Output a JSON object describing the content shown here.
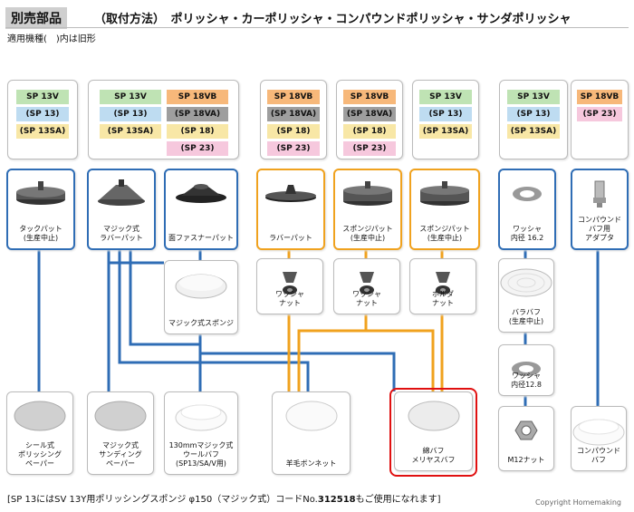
{
  "header": {
    "label": "別売部品",
    "title": "（取付方法）　ポリッシャ・カーポリッシャ・コンパウンドポリッシャ・サンダポリッシャ",
    "subtitle": "適用機種(　)内は旧形"
  },
  "tag_colors": {
    "green": "#bfe3b4",
    "blue": "#bedcf1",
    "yellow": "#f8e7a6",
    "gray": "#9e9e9e",
    "pink": "#f6c8dd",
    "orange": "#f7b87a"
  },
  "line_colors": {
    "blue": "#2f6db5",
    "orange": "#f0a21e"
  },
  "highlight_color": "#e01010",
  "model_boxes": [
    {
      "id": "m1",
      "tags": [
        {
          "text": "SP 13V",
          "color": "green"
        },
        {
          "text": "(SP 13)",
          "color": "blue"
        },
        {
          "text": "(SP 13SA)",
          "color": "yellow"
        }
      ]
    },
    {
      "id": "m2",
      "tags": [
        {
          "text": "SP 13V",
          "color": "green"
        },
        {
          "text": "SP 18VB",
          "color": "orange"
        },
        {
          "text": "(SP 13)",
          "color": "blue"
        },
        {
          "text": "(SP 18VA)",
          "color": "gray"
        },
        {
          "text": "(SP 13SA)",
          "color": "yellow"
        },
        {
          "text": "(SP 18)",
          "color": "yellow"
        },
        {
          "text": "(SP 23)",
          "color": "pink"
        }
      ]
    },
    {
      "id": "m3",
      "tags": [
        {
          "text": "SP 18VB",
          "color": "orange"
        },
        {
          "text": "(SP 18VA)",
          "color": "gray"
        },
        {
          "text": "(SP 18)",
          "color": "yellow"
        },
        {
          "text": "(SP 23)",
          "color": "pink"
        }
      ]
    },
    {
      "id": "m4",
      "tags": [
        {
          "text": "SP 18VB",
          "color": "orange"
        },
        {
          "text": "(SP 18VA)",
          "color": "gray"
        },
        {
          "text": "(SP 18)",
          "color": "yellow"
        },
        {
          "text": "(SP 23)",
          "color": "pink"
        }
      ]
    },
    {
      "id": "m5",
      "tags": [
        {
          "text": "SP 13V",
          "color": "green"
        },
        {
          "text": "(SP 13)",
          "color": "blue"
        },
        {
          "text": "(SP 13SA)",
          "color": "yellow"
        }
      ]
    },
    {
      "id": "m6",
      "tags": [
        {
          "text": "SP 13V",
          "color": "green"
        },
        {
          "text": "(SP 13)",
          "color": "blue"
        },
        {
          "text": "(SP 13SA)",
          "color": "yellow"
        }
      ]
    },
    {
      "id": "m7",
      "tags": [
        {
          "text": "SP 18VB",
          "color": "orange"
        },
        {
          "text": "(SP 23)",
          "color": "pink"
        }
      ]
    }
  ],
  "parts": [
    {
      "id": "tack-pad",
      "label": "タックパット\n(生産中止)",
      "icon": "pad-icon",
      "border": "blue"
    },
    {
      "id": "magic-rubber-pad",
      "label": "マジック式\nラバーパット",
      "icon": "cone-pad-icon",
      "border": "blue"
    },
    {
      "id": "fastener-pad",
      "label": "面ファスナーパット",
      "icon": "dark-pad-icon",
      "border": "blue"
    },
    {
      "id": "rubber-pad",
      "label": "ラバーパット",
      "icon": "thin-pad-icon",
      "border": "orange"
    },
    {
      "id": "sponge-pad-a",
      "label": "スポンジパット\n(生産中止)",
      "icon": "sponge-pad-icon",
      "border": "orange"
    },
    {
      "id": "sponge-pad-b",
      "label": "スポンジパット\n(生産中止)",
      "icon": "sponge-pad-icon",
      "border": "orange"
    },
    {
      "id": "washer-16",
      "label": "ワッシャ\n内径 16.2",
      "icon": "washer-icon",
      "border": "blue"
    },
    {
      "id": "compound-adapter",
      "label": "コンパウンド\nバフ用\nアダプタ",
      "icon": "adapter-icon",
      "border": "blue"
    },
    {
      "id": "magic-sponge",
      "label": "マジック式スポンジ",
      "icon": "sponge-icon",
      "border": "gray"
    },
    {
      "id": "washer-nut-a",
      "label": "ワッシャ\nナット",
      "icon": "washer-nut-icon",
      "border": "gray"
    },
    {
      "id": "washer-nut-b",
      "label": "ワッシャ\nナット",
      "icon": "washer-nut-icon",
      "border": "gray"
    },
    {
      "id": "holder-nut",
      "label": "ホルダ\nナット",
      "icon": "washer-nut-icon",
      "border": "gray"
    },
    {
      "id": "bara-buff",
      "label": "バラバフ\n(生産中止)",
      "icon": "bara-buff-icon",
      "border": "gray"
    },
    {
      "id": "washer-12",
      "label": "ワッシャ\n内径12.8",
      "icon": "washer-icon",
      "border": "gray"
    },
    {
      "id": "polish-paper",
      "label": "シール式\nポリッシング\nペーパー",
      "icon": "paper-disc-icon",
      "border": "gray"
    },
    {
      "id": "magic-sanding",
      "label": "マジック式\nサンディング\nペーパー",
      "icon": "paper-disc-icon",
      "border": "gray"
    },
    {
      "id": "wool-buff",
      "label": "130mmマジック式\nウールバフ\n(SP13/SA/V用)",
      "icon": "wool-icon",
      "border": "gray"
    },
    {
      "id": "wool-bonnet",
      "label": "羊毛ボンネット",
      "icon": "bonnet-icon",
      "border": "gray"
    },
    {
      "id": "cotton-buff",
      "label": "綿バフ\nメリヤスバフ",
      "icon": "cotton-icon",
      "border": "gray"
    },
    {
      "id": "m12-nut",
      "label": "M12ナット",
      "icon": "hex-nut-icon",
      "border": "gray"
    },
    {
      "id": "compound-buff",
      "label": "コンパウンド\nバフ",
      "icon": "wool-icon",
      "border": "gray"
    }
  ],
  "footnote": {
    "prefix": "[SP 13にはSV 13Y用ポリッシングスポンジ φ150（マジック式）コードNo.",
    "code": "312518",
    "suffix": "もご使用になれます]"
  },
  "copyright": "Copyright Homemaking"
}
